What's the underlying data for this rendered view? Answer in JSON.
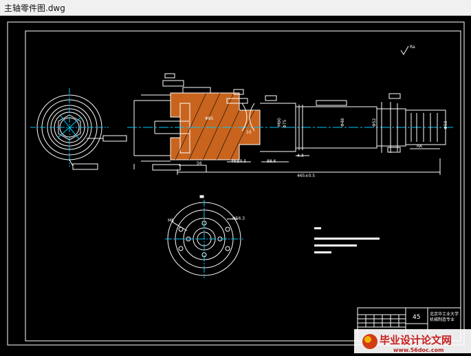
{
  "window": {
    "title": "主轴零件图.dwg"
  },
  "drawing": {
    "title_block": {
      "material": "45",
      "name_lines": [
        "北京华工业大学",
        "机械制造专业"
      ]
    },
    "dims": {
      "d1": "Φ85",
      "d2": "M90",
      "d3": "Φ75",
      "d4": "Φ48",
      "d5": "Φ52",
      "l1": "56",
      "l2": "46±0.5",
      "l3": "88.6",
      "l4": "10",
      "l5": "4.3",
      "total": "465±0.5",
      "r1": "RA",
      "r2": "Φ58",
      "c1": "M8",
      "c2": "Φ56.3"
    },
    "roughness": "Ra",
    "notes_heading": "技术要求"
  },
  "watermark": {
    "title": "毕业设计论文网",
    "url": "www.56doc.com"
  },
  "colors": {
    "background": "#000000",
    "line": "#ffffff",
    "center": "#00c8ff",
    "titlebar": "#f0f0f0"
  }
}
